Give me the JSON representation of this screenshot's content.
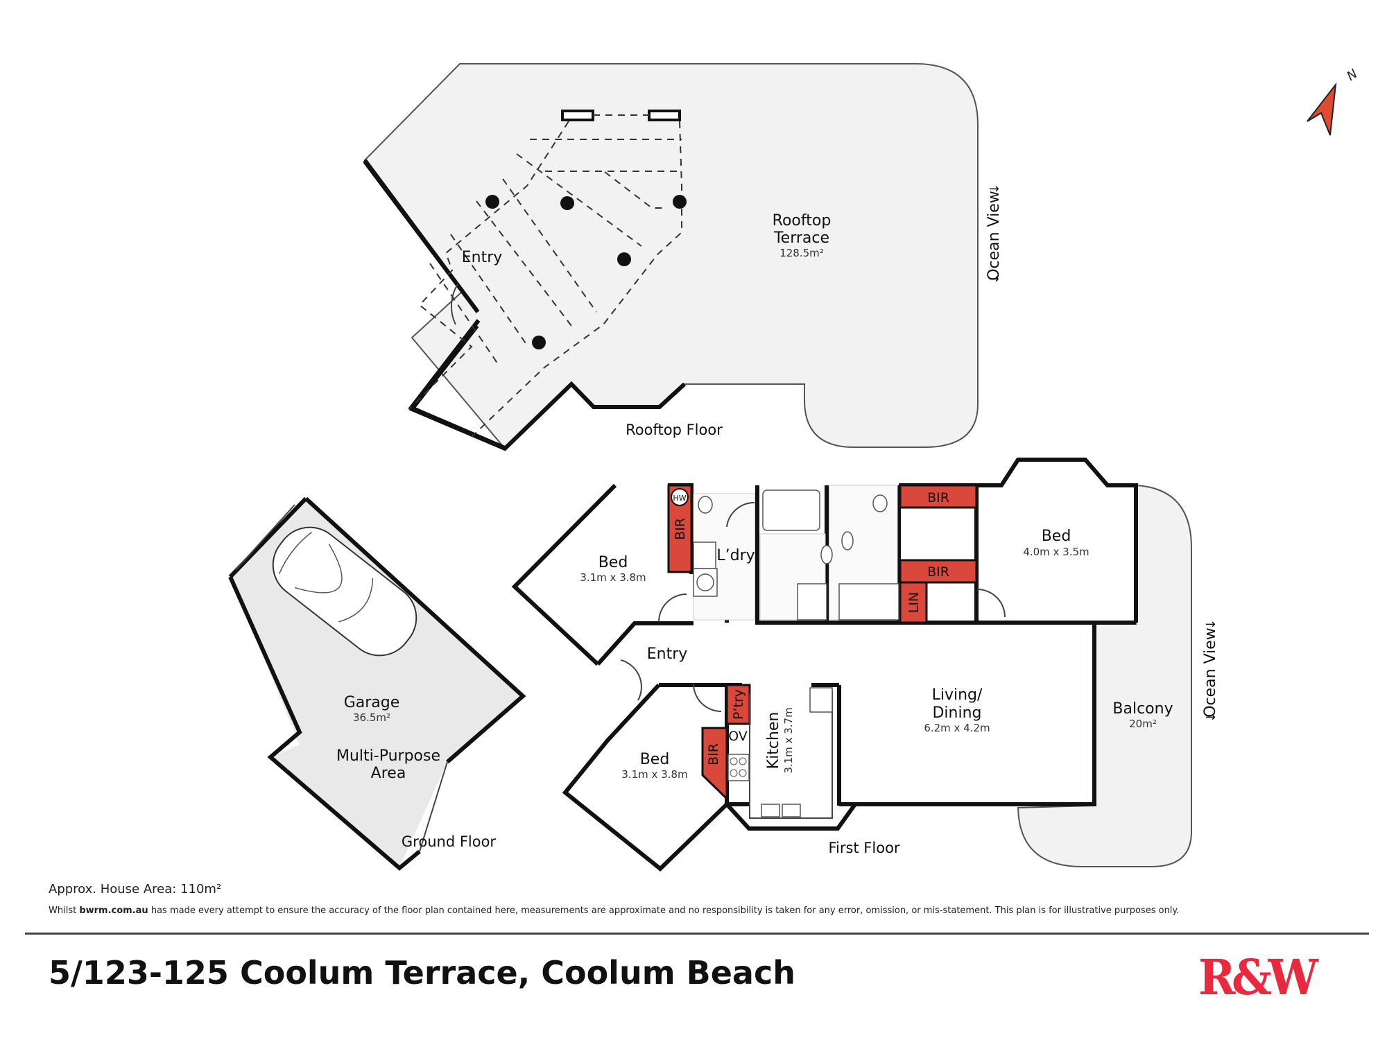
{
  "compass": {
    "label": "N",
    "icon": "north-arrow-icon",
    "color": "#e04a33"
  },
  "colors": {
    "accent_red": "#d9483a",
    "floor_fill": "#f2f2f2",
    "logo_red": "#e8293e",
    "wall": "#111111"
  },
  "rooftop": {
    "floor_label": "Rooftop Floor",
    "terrace": {
      "name_line1": "Rooftop",
      "name_line2": "Terrace",
      "area": "128.5m²"
    },
    "entry_label": "Entry",
    "ocean_view": "Ocean View"
  },
  "ground": {
    "floor_label": "Ground Floor",
    "garage": {
      "name": "Garage",
      "area": "36.5m²"
    },
    "multi_purpose": {
      "line1": "Multi-Purpose",
      "line2": "Area"
    }
  },
  "first": {
    "floor_label": "First Floor",
    "bed1": {
      "name": "Bed",
      "dims": "3.1m x 3.8m"
    },
    "bed2": {
      "name": "Bed",
      "dims": "4.0m x 3.5m"
    },
    "bed3": {
      "name": "Bed",
      "dims": "3.1m x 3.8m"
    },
    "laundry": "L’dry",
    "entry": "Entry",
    "hw": "HW",
    "bir_labels": [
      "BIR",
      "BIR",
      "BIR",
      "BIR"
    ],
    "lin": "LIN",
    "pantry": "P’try",
    "oven": "OV",
    "kitchen": {
      "name": "Kitchen",
      "dims": "3.1m x 3.7m"
    },
    "living": {
      "line1": "Living/",
      "line2": "Dining",
      "dims": "6.2m x 4.2m"
    },
    "balcony": {
      "name": "Balcony",
      "area": "20m²"
    },
    "ocean_view": "Ocean View"
  },
  "footer": {
    "house_area": "Approx. House Area: 110m²",
    "disclaimer_prefix": "Whilst ",
    "disclaimer_brand": "bwrm.com.au",
    "disclaimer_suffix": " has made every attempt to ensure the accuracy of the floor plan contained here, measurements are approximate and no responsibility is taken for any error, omission, or mis-statement. This plan is for illustrative purposes only.",
    "address": "5/123-125 Coolum Terrace, Coolum Beach",
    "logo": "R&W"
  }
}
